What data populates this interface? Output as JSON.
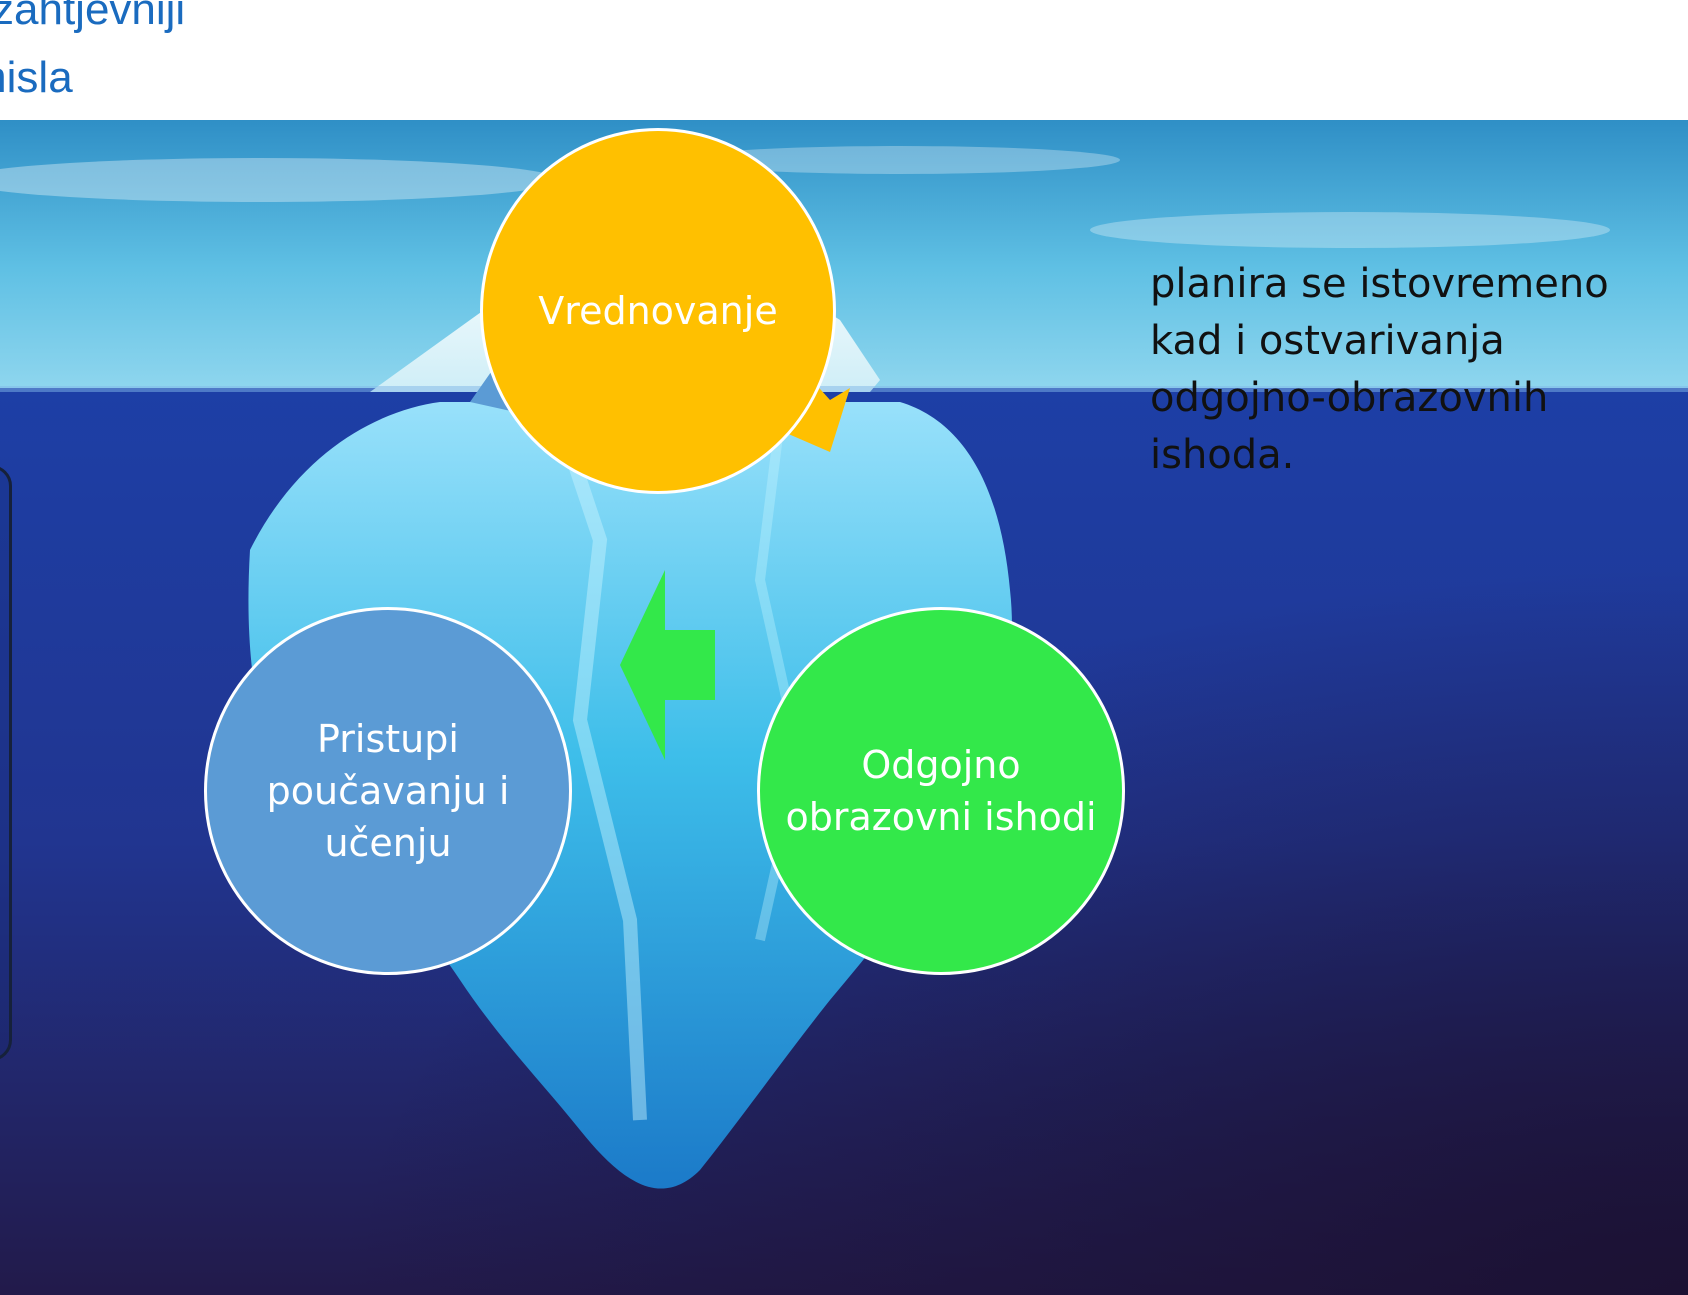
{
  "title": {
    "line1": "zahtjevniji",
    "line2": "misla"
  },
  "diagram": {
    "type": "cycle",
    "nodes": [
      {
        "id": "vrednovanje",
        "label": "Vrednovanje",
        "color": "#ffc000"
      },
      {
        "id": "ishodi",
        "label": "Odgojno obrazovni ishodi",
        "color": "#33e84a"
      },
      {
        "id": "pristupi",
        "label": "Pristupi poučavanju i učenju",
        "color": "#5b9bd5"
      }
    ],
    "arrows": [
      {
        "from": "vrednovanje",
        "to": "ishodi",
        "color": "#ffc000"
      },
      {
        "from": "ishodi",
        "to": "pristupi",
        "color": "#33e84a"
      },
      {
        "from": "pristupi",
        "to": "vrednovanje",
        "color": "#5b9bd5"
      }
    ]
  },
  "side_note": "planira se istovremeno kad i ostvarivanja odgojno-obrazovnih ishoda.",
  "background": {
    "image": "iceberg-photo",
    "sky_color": "#4fb3dc",
    "ocean_color": "#1f3fa8",
    "deep_color": "#231845"
  }
}
